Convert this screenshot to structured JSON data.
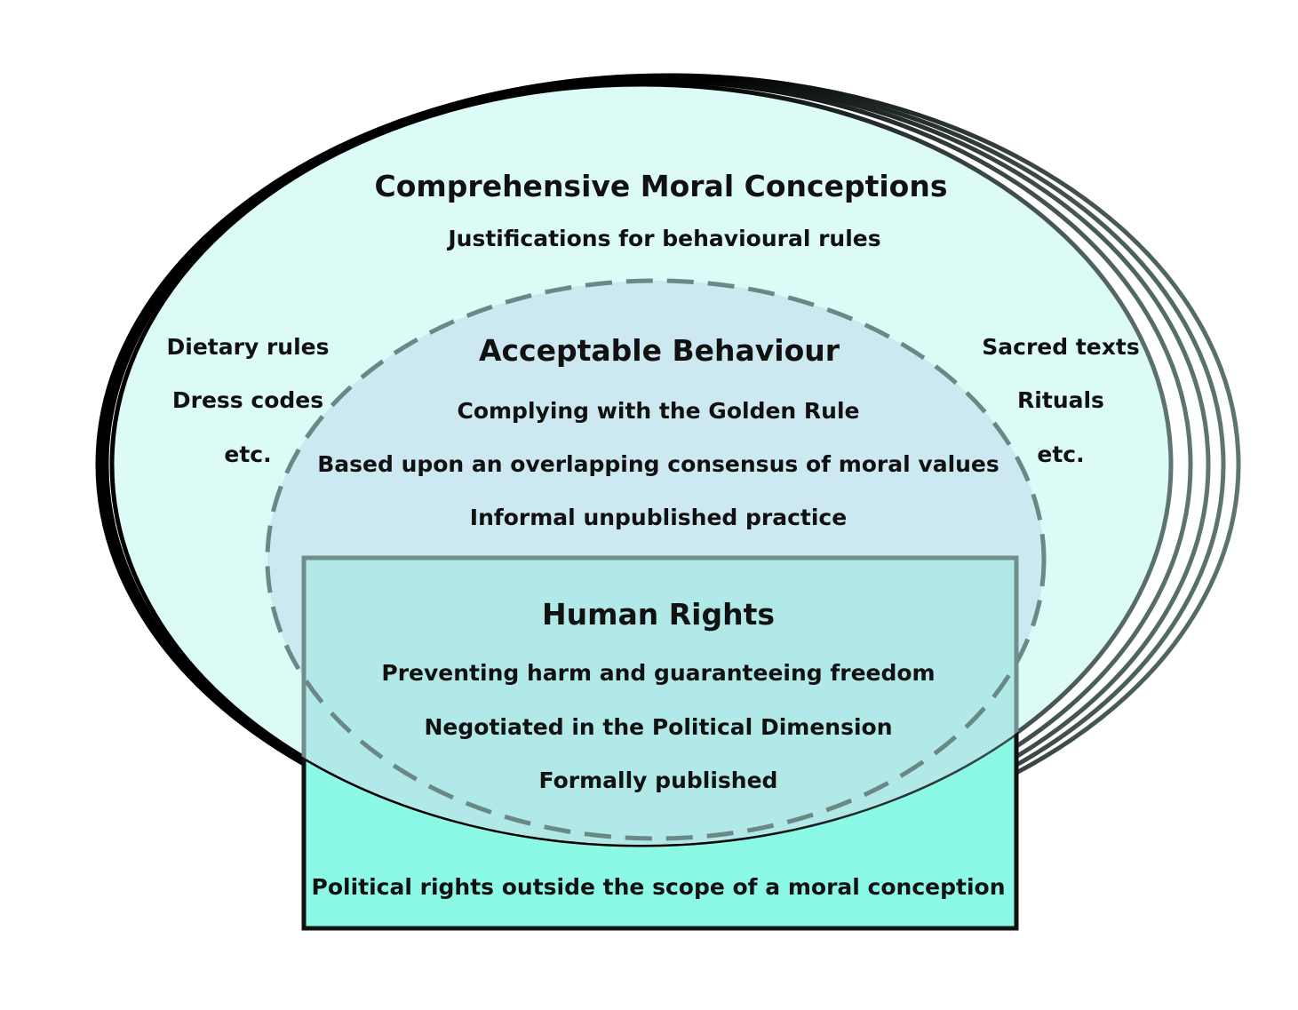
{
  "moral_conceptions": {
    "title": "Comprehensive Moral Conceptions",
    "subtitle": "Justifications for behavioural rules",
    "left_items": [
      "Dietary rules",
      "Dress codes",
      "etc."
    ],
    "right_items": [
      "Sacred texts",
      "Rituals",
      "etc."
    ]
  },
  "acceptable_behaviour": {
    "title": "Acceptable Behaviour",
    "lines": [
      "Complying with the Golden Rule",
      "Based upon an overlapping consensus of moral values",
      "Informal unpublished practice"
    ]
  },
  "human_rights": {
    "title": "Human Rights",
    "lines": [
      "Preventing harm and guaranteeing freedom",
      "Negotiated in the Political Dimension",
      "Formally published"
    ],
    "outside_scope": "Political rights outside the scope of  a moral conception"
  },
  "colors": {
    "outer_ellipse_fill": "#dcfbf7",
    "dashed_ellipse_fill": "#cce9f1",
    "dashed_stroke": "#6a8885",
    "rect_fill": "#8cf8e6",
    "rect_overlap_fill": "#b0e9e8",
    "rect_stroke": "#111111"
  }
}
